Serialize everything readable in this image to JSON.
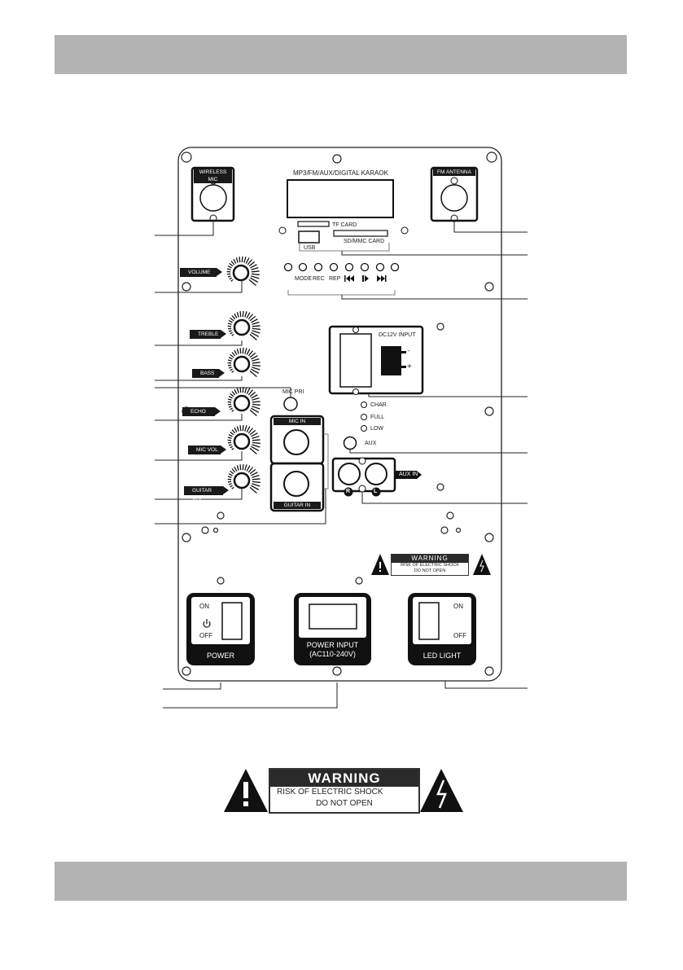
{
  "panel": {
    "display_title": "MP3/FM/AUX/DIGITAL KARAOK",
    "tf_card": "TF CARD",
    "usb": "USB",
    "sd_card": "SD/MMC CARD",
    "buttons": [
      "MODE",
      "REC",
      "REP"
    ],
    "wireless_mic": "WIRELESS MIC",
    "fm_antenna": "FM ANTENNA",
    "knobs": {
      "volume": "VOLUME",
      "treble": "TREBLE",
      "bass": "BASS",
      "echo": "ECHO",
      "mic_vol": "MIC VOL",
      "guitar_vol": "GUITAR VOL"
    },
    "mic_pri": "MIC PRI",
    "mic_in": "MIC IN",
    "guitar_in": "GUITAR IN",
    "dc_input": "DC12V INPUT",
    "dc_minus": "-",
    "dc_plus": "+",
    "leds": [
      "CHAR",
      "FULL",
      "LOW"
    ],
    "aux": "AUX",
    "aux_in": "AUX IN",
    "aux_r": "R",
    "aux_l": "L",
    "small_warning": {
      "title": "WARNING",
      "line1": "RISK OF ELECTRIC SHOCK",
      "line2": "DO NOT OPEN"
    },
    "power": {
      "on": "ON",
      "off": "OFF",
      "label": "POWER",
      "icon": "power-symbol-icon"
    },
    "power_input": {
      "line1": "POWER INPUT",
      "line2": "(AC110-240V)"
    },
    "led_light": {
      "on": "ON",
      "off": "OFF",
      "label": "LED LIGHT"
    }
  },
  "big_warning": {
    "title": "WARNING",
    "line1": "RISK OF ELECTRIC SHOCK",
    "line2": "DO NOT OPEN",
    "left_icon": "exclamation-triangle-icon",
    "right_icon": "lightning-triangle-icon"
  },
  "colors": {
    "band": "#b3b3b3",
    "ink": "#1a1a1a"
  }
}
